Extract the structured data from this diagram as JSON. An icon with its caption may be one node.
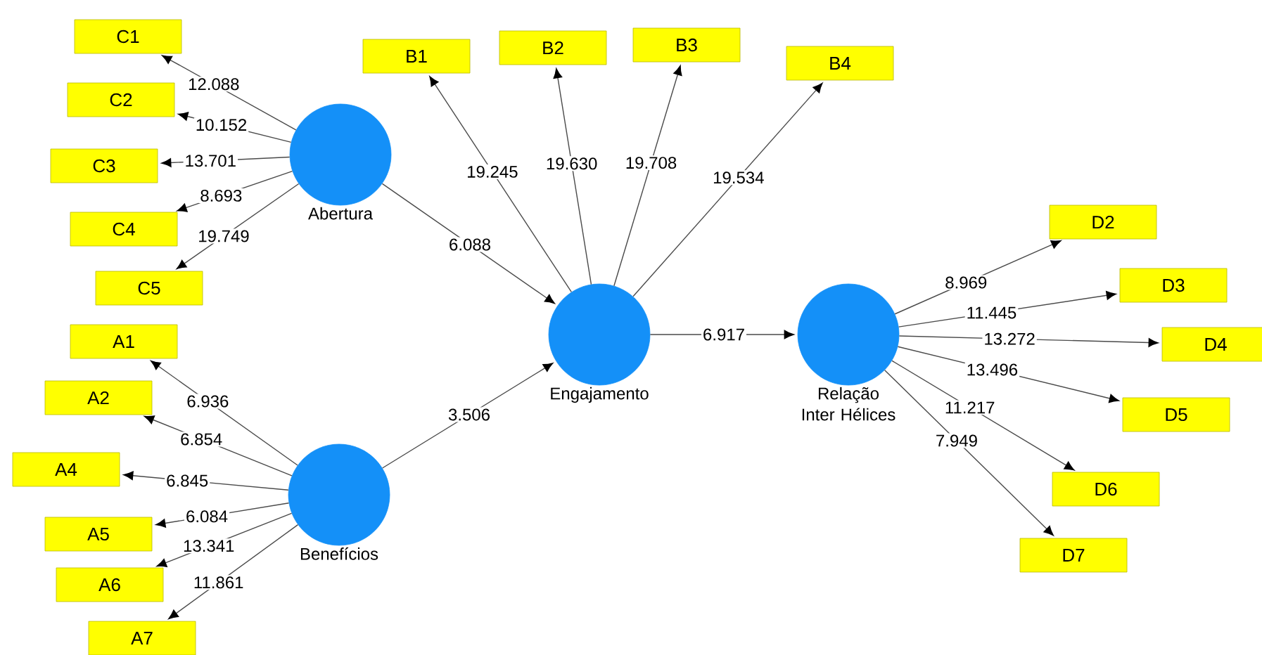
{
  "diagram": {
    "nodes": [
      {
        "text": [
          "C1"
        ]
      },
      {
        "text": [
          "C2"
        ]
      },
      {
        "text": [
          "C3"
        ]
      },
      {
        "text": [
          "C4"
        ]
      },
      {
        "text": [
          "C5"
        ]
      },
      {
        "text": [
          "Abertura"
        ]
      },
      {
        "text": [
          "A1"
        ]
      },
      {
        "text": [
          "A2"
        ]
      },
      {
        "text": [
          "A4"
        ]
      },
      {
        "text": [
          "A5"
        ]
      },
      {
        "text": [
          "A6"
        ]
      },
      {
        "text": [
          "A7"
        ]
      },
      {
        "text": [
          "Benefícios"
        ]
      },
      {
        "text": [
          "B1"
        ]
      },
      {
        "text": [
          "B2"
        ]
      },
      {
        "text": [
          "B3"
        ]
      },
      {
        "text": [
          "B4"
        ]
      },
      {
        "text": [
          "Engajamento"
        ]
      },
      {
        "text": [
          "Relação Inter Hélices"
        ]
      },
      {
        "text": [
          "D2"
        ]
      },
      {
        "text": [
          "D3"
        ]
      },
      {
        "text": [
          "D4"
        ]
      },
      {
        "text": [
          "D5"
        ]
      },
      {
        "text": [
          "D6"
        ]
      },
      {
        "text": [
          "D7"
        ]
      }
    ],
    "edges": [
      {
        "from": 5,
        "to": 0,
        "arrow": "to",
        "label": "12.088"
      },
      {
        "from": 5,
        "to": 1,
        "arrow": "to",
        "label": "10.152"
      },
      {
        "from": 5,
        "to": 2,
        "arrow": "to",
        "label": "13.701"
      },
      {
        "from": 5,
        "to": 3,
        "arrow": "to",
        "label": "8.693"
      },
      {
        "from": 5,
        "to": 4,
        "arrow": "to",
        "label": "19.749"
      },
      {
        "from": 12,
        "to": 6,
        "arrow": "to",
        "label": "6.936"
      },
      {
        "from": 12,
        "to": 7,
        "arrow": "to",
        "label": "6.854"
      },
      {
        "from": 12,
        "to": 8,
        "arrow": "to",
        "label": "6.845"
      },
      {
        "from": 12,
        "to": 9,
        "arrow": "to",
        "label": "6.084"
      },
      {
        "from": 12,
        "to": 10,
        "arrow": "to",
        "label": "13.341"
      },
      {
        "from": 12,
        "to": 11,
        "arrow": "to",
        "label": "11.861"
      },
      {
        "from": 17,
        "to": 13,
        "arrow": "to",
        "label": "19.245"
      },
      {
        "from": 17,
        "to": 14,
        "arrow": "to",
        "label": "19.630"
      },
      {
        "from": 17,
        "to": 15,
        "arrow": "to",
        "label": "19.708"
      },
      {
        "from": 17,
        "to": 16,
        "arrow": "to",
        "label": "19.534"
      },
      {
        "from": 5,
        "to": 17,
        "arrow": "to",
        "label": "6.088"
      },
      {
        "from": 12,
        "to": 17,
        "arrow": "to",
        "label": "3.506"
      },
      {
        "from": 17,
        "to": 18,
        "arrow": "to",
        "label": "6.917"
      },
      {
        "from": 18,
        "to": 19,
        "arrow": "to",
        "label": "8.969"
      },
      {
        "from": 18,
        "to": 20,
        "arrow": "to",
        "label": "11.445"
      },
      {
        "from": 18,
        "to": 21,
        "arrow": "to",
        "label": "13.272"
      },
      {
        "from": 18,
        "to": 22,
        "arrow": "to",
        "label": "13.496"
      },
      {
        "from": 18,
        "to": 23,
        "arrow": "to",
        "label": "11.217"
      },
      {
        "from": 18,
        "to": 24,
        "arrow": "to",
        "label": "7.949"
      }
    ]
  }
}
